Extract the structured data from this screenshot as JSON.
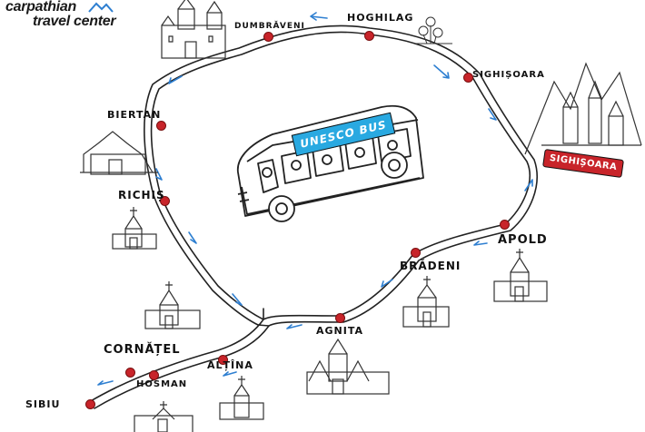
{
  "brand": {
    "line1": "carpathian",
    "line2": "travel center"
  },
  "bus_sign": "UNESCO BUS",
  "banner": "SIGHIȘOARA",
  "places": {
    "dumbraveni": "DUMBRĂVENI",
    "hoghilag": "HOGHILAG",
    "sighisoara": "SIGHIȘOARA",
    "biertan": "BIERTAN",
    "richis": "RICHIȘ",
    "apold": "APOLD",
    "bradeni": "BRĂDENI",
    "agnita": "AGNITA",
    "cornatel": "CORNĂȚEL",
    "altana": "ALȚÎNA",
    "hosman": "HOSMAN",
    "sibiu": "SIBIU"
  },
  "colors": {
    "marker": "#c8242a",
    "arrow": "#2e7fd1",
    "road": "#222222",
    "bus_sign": "#29a9e1"
  }
}
